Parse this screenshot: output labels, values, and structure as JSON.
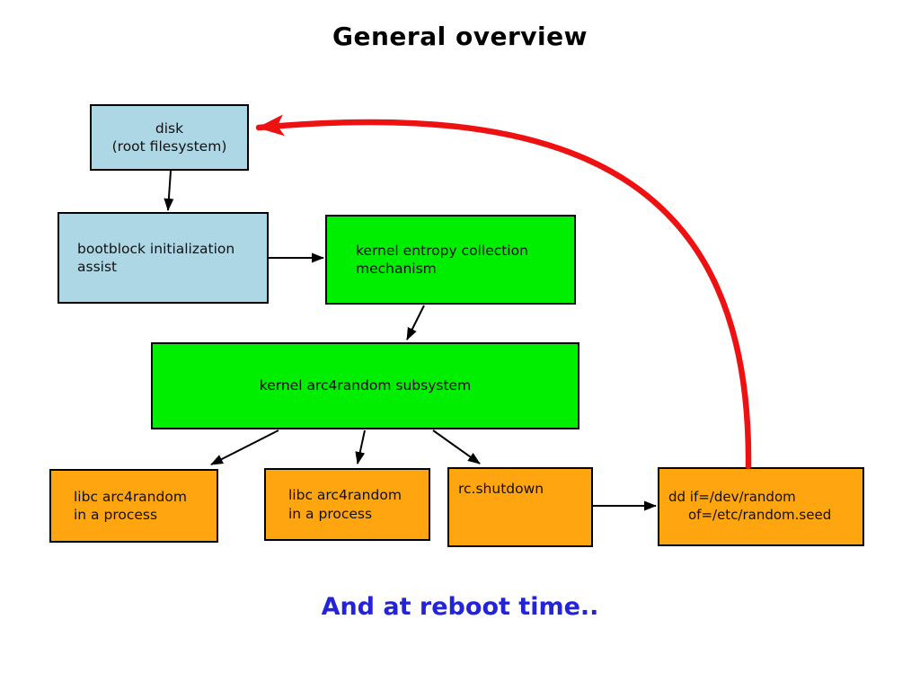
{
  "title": "General overview",
  "footer": "And at reboot time..",
  "colors": {
    "box_blue": "#aed7e6",
    "box_green": "#00ee00",
    "box_orange": "#ffa510",
    "arrow_red": "#ee1111",
    "arrow_black": "#000000",
    "footer_blue": "#2323d9",
    "border": "#000000"
  },
  "boxes": {
    "disk": {
      "lines": [
        "disk",
        "(root filesystem)"
      ]
    },
    "bootblock": {
      "lines": [
        "bootblock initialization",
        "assist"
      ]
    },
    "entropy": {
      "lines": [
        "kernel entropy collection",
        "mechanism"
      ]
    },
    "arc4": {
      "lines": [
        "kernel arc4random subsystem"
      ]
    },
    "libc1": {
      "lines": [
        "libc arc4random",
        "in a process"
      ]
    },
    "libc2": {
      "lines": [
        "libc arc4random",
        "in a process"
      ]
    },
    "rcshutdown": {
      "lines": [
        "rc.shutdown"
      ]
    },
    "dd": {
      "lines": [
        "dd if=/dev/random",
        "of=/etc/random.seed"
      ]
    }
  }
}
